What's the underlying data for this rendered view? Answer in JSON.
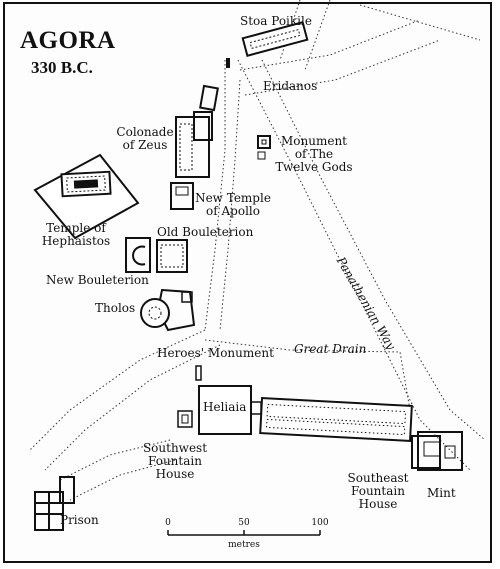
{
  "map": {
    "title": "AGORA",
    "subtitle": "330 B.C.",
    "labels": {
      "stoa_poikile": "Stoa Poikile",
      "eridanos": "Eridanos",
      "colonade_1": "Colonade",
      "colonade_2": "of Zeus",
      "monument_1": "Monument",
      "monument_2": "of The",
      "monument_3": "Twelve Gods",
      "new_temple_1": "New Temple",
      "new_temple_2": "of Apollo",
      "hephaistos_1": "Temple of",
      "hephaistos_2": "Hephaistos",
      "old_bouleterion": "Old Bouleterion",
      "new_bouleterion": "New Bouleterion",
      "tholos": "Tholos",
      "panathenian_way": "Panathenian Way",
      "heroes_monument": "Heroes' Monument",
      "great_drain": "Great Drain",
      "heliaia": "Heliaia",
      "southwest_1": "Southwest",
      "southwest_2": "Fountain",
      "southwest_3": "House",
      "southeast_1": "Southeast",
      "southeast_2": "Fountain",
      "southeast_3": "House",
      "mint": "Mint",
      "prison": "Prison"
    },
    "scale": {
      "ticks": [
        "0",
        "50",
        "100"
      ],
      "unit": "metres"
    }
  }
}
